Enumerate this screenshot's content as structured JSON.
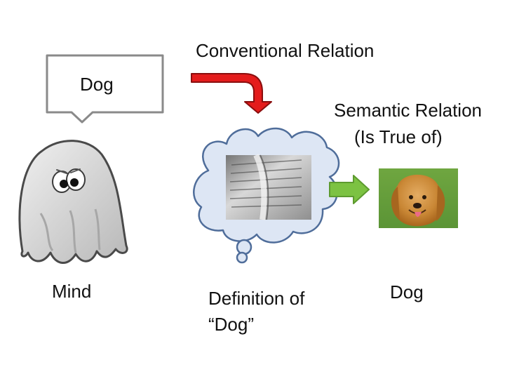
{
  "slide": {
    "speech_bubble_text": "Dog",
    "conventional_relation_label": "Conventional Relation",
    "semantic_relation_label": "Semantic Relation",
    "semantic_relation_sublabel": "(Is True of)",
    "mind_label": "Mind",
    "definition_label_line1": "Definition of",
    "definition_label_line2": "“Dog”",
    "dog_label": "Dog"
  },
  "icons": {
    "ghost": "ghost-icon",
    "thought_cloud": "thought-cloud-icon",
    "dictionary_photo": "dictionary-photo-icon",
    "dog_photo": "golden-retriever-photo-icon",
    "red_arrow": "red-bent-arrow-icon",
    "green_arrow": "green-right-arrow-icon"
  },
  "colors": {
    "red_arrow": "#e41c1c",
    "green_arrow": "#7cc242",
    "cloud_fill": "#dde6f4",
    "cloud_stroke": "#4f6d9a"
  }
}
